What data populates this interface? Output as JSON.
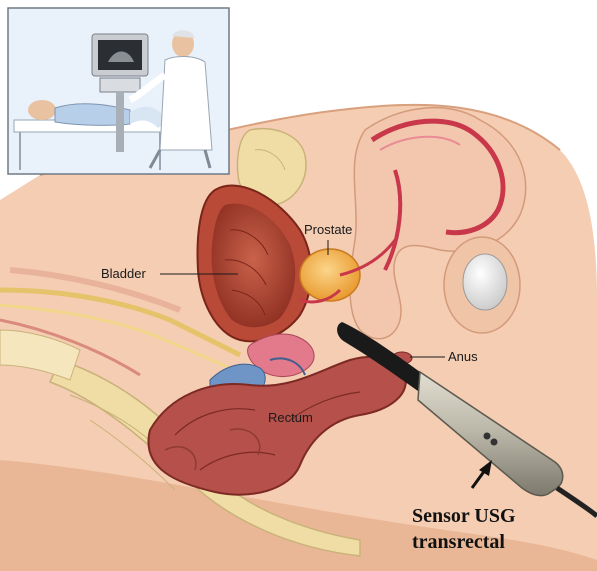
{
  "labels": {
    "prostate": "Prostate",
    "bladder": "Bladder",
    "anus": "Anus",
    "rectum": "Rectum"
  },
  "caption": {
    "line1": "Sensor USG",
    "line2": "transrectal"
  },
  "colors": {
    "skin": "#f4cdb3",
    "skin_shadow": "#e6ad8d",
    "bladder": "#b94a37",
    "prostate": "#f4b34a",
    "rectum": "#b5504a",
    "bone": "#f0dda6",
    "probe": "#b8b4a6",
    "vein": "#6f95c6",
    "nerve": "#e5c36b"
  },
  "inset": {
    "description_icons": [
      "patient-icon",
      "doctor-icon",
      "ultrasound-monitor-icon"
    ]
  }
}
